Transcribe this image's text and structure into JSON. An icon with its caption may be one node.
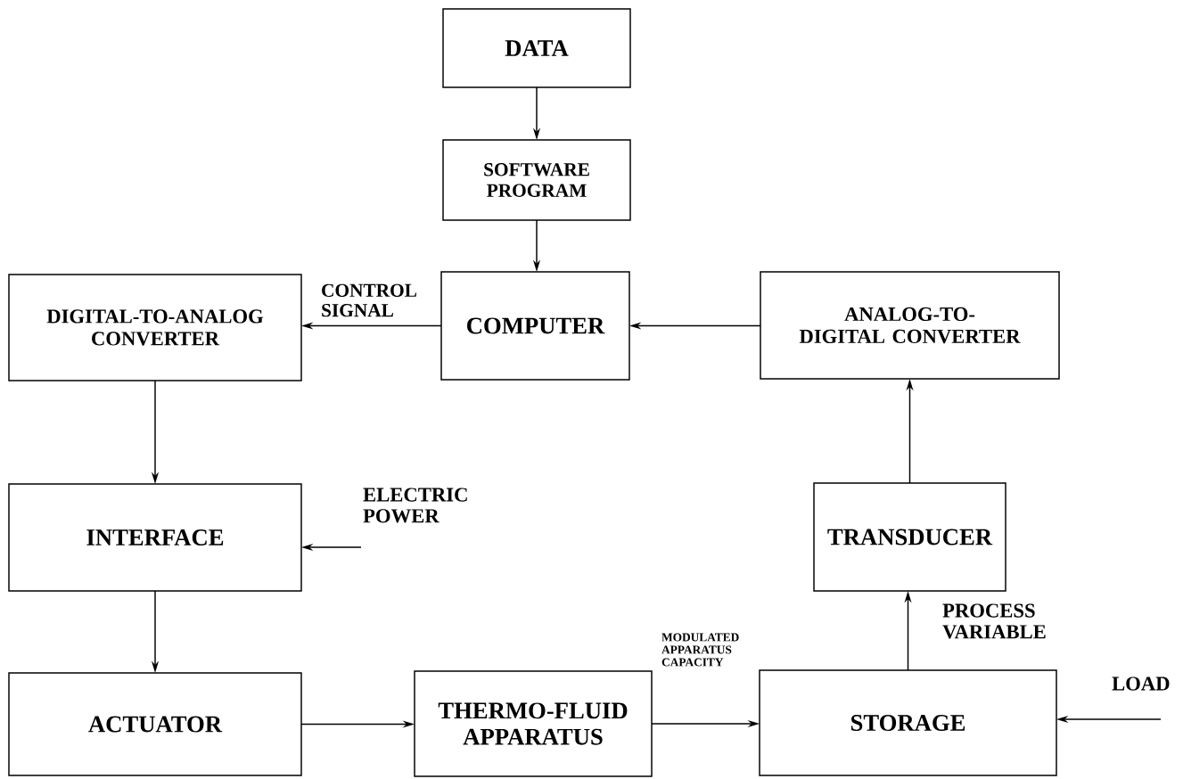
{
  "diagram": {
    "nodes": [
      {
        "text": [
          "DATA"
        ]
      },
      {
        "text": [
          "SOFTWARE PROGRAM"
        ]
      },
      {
        "text": [
          "COMPUTER"
        ]
      },
      {
        "text": [
          "DIGITAL-TO-ANALOG CONVERTER"
        ]
      },
      {
        "text": [
          "ANALOG-TO-DIGITAL CONVERTER"
        ]
      },
      {
        "text": [
          "INTERFACE"
        ]
      },
      {
        "text": [
          "TRANSDUCER"
        ]
      },
      {
        "text": [
          "ACTUATOR"
        ]
      },
      {
        "text": [
          "THERMO-FLUID APPARATUS"
        ]
      },
      {
        "text": [
          "STORAGE"
        ]
      }
    ],
    "edges": [
      {
        "from": 0,
        "to": 1,
        "arrow": "to"
      },
      {
        "from": 1,
        "to": 2,
        "arrow": "to"
      },
      {
        "from": 2,
        "to": 3,
        "arrow": "to",
        "label": "CONTROL SIGNAL"
      },
      {
        "from": 4,
        "to": 2,
        "arrow": "to"
      },
      {
        "from": 3,
        "to": 5,
        "arrow": "to"
      },
      {
        "from": null,
        "to": 5,
        "arrow": "to",
        "label": "ELECTRIC POWER"
      },
      {
        "from": 5,
        "to": 7,
        "arrow": "to"
      },
      {
        "from": 7,
        "to": 8,
        "arrow": "to"
      },
      {
        "from": 8,
        "to": 9,
        "arrow": "to",
        "label": "MODULATED APPARATUS CAPACITY"
      },
      {
        "from": 9,
        "to": 6,
        "arrow": "to",
        "label": "PROCESS VARIABLE"
      },
      {
        "from": 6,
        "to": 4,
        "arrow": "to"
      },
      {
        "from": null,
        "to": 9,
        "arrow": "to",
        "label": "LOAD"
      }
    ]
  }
}
